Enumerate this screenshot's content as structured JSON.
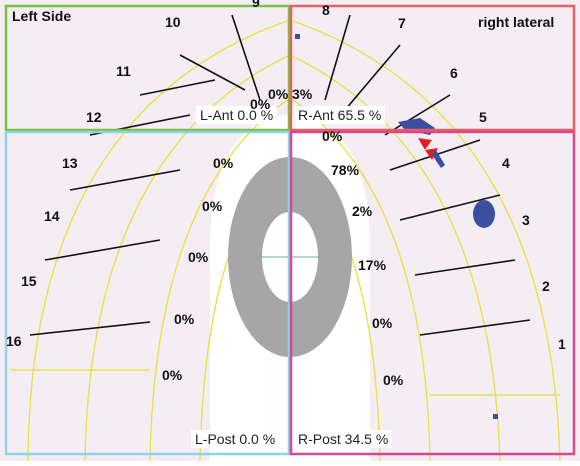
{
  "corner_labels": {
    "left": "Left Side",
    "right": "right lateral"
  },
  "quadrants": {
    "l_ant": "L-Ant 0.0 %",
    "r_ant": "R-Ant 65.5 %",
    "l_post": "L-Post 0.0 %",
    "r_post": "R-Post 34.5 %"
  },
  "tooth_numbers": [
    "1",
    "2",
    "3",
    "4",
    "5",
    "6",
    "7",
    "8",
    "9",
    "10",
    "11",
    "12",
    "13",
    "14",
    "15",
    "16"
  ],
  "percentages": {
    "left_upper_a": "0%",
    "left_upper_b": "0%",
    "center_top": "3%",
    "right_upper_a": "0%",
    "left_1": "0%",
    "left_2": "0%",
    "left_3": "0%",
    "left_4": "0%",
    "left_5": "0%",
    "right_1": "78%",
    "right_2": "2%",
    "right_3": "17%",
    "right_4": "0%",
    "right_5": "0%"
  },
  "colors": {
    "left_ant_border": "#7ac143",
    "right_ant_border": "#e8615e",
    "left_post_border": "#8fd3e6",
    "right_post_border": "#d9478f",
    "arch_line": "#e6e24a",
    "background_tint": "#f4eef4",
    "center_ring": "#a6a6a6",
    "contact_blue": "#3a4fa0",
    "contact_red": "#e02020"
  }
}
